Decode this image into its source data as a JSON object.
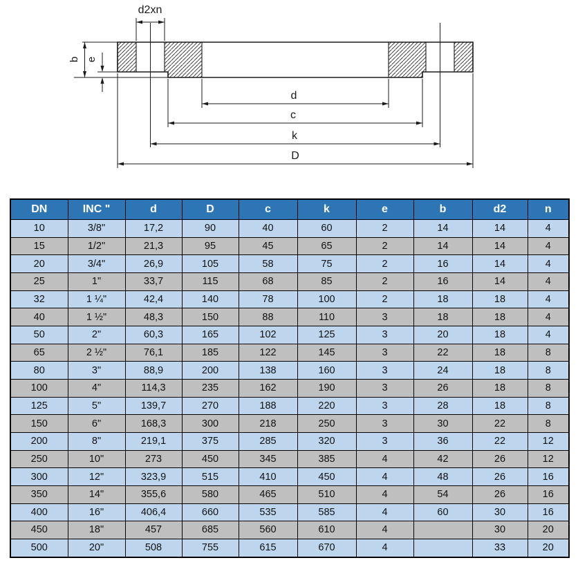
{
  "drawing": {
    "labels": {
      "bolt_holes": "d2xn",
      "thickness": "b",
      "raised_face_height": "e",
      "bore_diameter": "d",
      "raised_face_diameter": "c",
      "bolt_circle_diameter": "k",
      "outer_diameter": "D"
    }
  },
  "table": {
    "columns": [
      "DN",
      "INC \"",
      "d",
      "D",
      "c",
      "k",
      "e",
      "b",
      "d2",
      "n"
    ],
    "rows": [
      [
        "10",
        "3/8\"",
        "17,2",
        "90",
        "40",
        "60",
        "2",
        "14",
        "14",
        "4"
      ],
      [
        "15",
        "1/2\"",
        "21,3",
        "95",
        "45",
        "65",
        "2",
        "14",
        "14",
        "4"
      ],
      [
        "20",
        "3/4\"",
        "26,9",
        "105",
        "58",
        "75",
        "2",
        "16",
        "14",
        "4"
      ],
      [
        "25",
        "1\"",
        "33,7",
        "115",
        "68",
        "85",
        "2",
        "16",
        "14",
        "4"
      ],
      [
        "32",
        "1 ¼\"",
        "42,4",
        "140",
        "78",
        "100",
        "2",
        "18",
        "18",
        "4"
      ],
      [
        "40",
        "1 ½\"",
        "48,3",
        "150",
        "88",
        "110",
        "3",
        "18",
        "18",
        "4"
      ],
      [
        "50",
        "2\"",
        "60,3",
        "165",
        "102",
        "125",
        "3",
        "20",
        "18",
        "4"
      ],
      [
        "65",
        "2 ½\"",
        "76,1",
        "185",
        "122",
        "145",
        "3",
        "22",
        "18",
        "8"
      ],
      [
        "80",
        "3\"",
        "88,9",
        "200",
        "138",
        "160",
        "3",
        "24",
        "18",
        "8"
      ],
      [
        "100",
        "4\"",
        "114,3",
        "235",
        "162",
        "190",
        "3",
        "26",
        "18",
        "8"
      ],
      [
        "125",
        "5\"",
        "139,7",
        "270",
        "188",
        "220",
        "3",
        "28",
        "18",
        "8"
      ],
      [
        "150",
        "6\"",
        "168,3",
        "300",
        "218",
        "250",
        "3",
        "30",
        "22",
        "8"
      ],
      [
        "200",
        "8\"",
        "219,1",
        "375",
        "285",
        "320",
        "3",
        "36",
        "22",
        "12"
      ],
      [
        "250",
        "10\"",
        "273",
        "450",
        "345",
        "385",
        "4",
        "42",
        "26",
        "12"
      ],
      [
        "300",
        "12\"",
        "323,9",
        "515",
        "410",
        "450",
        "4",
        "48",
        "26",
        "16"
      ],
      [
        "350",
        "14\"",
        "355,6",
        "580",
        "465",
        "510",
        "4",
        "54",
        "26",
        "16"
      ],
      [
        "400",
        "16\"",
        "406,4",
        "660",
        "535",
        "585",
        "4",
        "60",
        "30",
        "16"
      ],
      [
        "450",
        "18\"",
        "457",
        "685",
        "560",
        "610",
        "4",
        "",
        "30",
        "20"
      ],
      [
        "500",
        "20\"",
        "508",
        "755",
        "615",
        "670",
        "4",
        "",
        "33",
        "20"
      ]
    ]
  },
  "colors": {
    "header_bg": "#2E75B6",
    "header_text": "#FFFFFF",
    "row_blue": "#BDD6EE",
    "row_gray": "#BFBFBF",
    "grid_border": "#000000",
    "line_color": "#1A1A1A"
  }
}
